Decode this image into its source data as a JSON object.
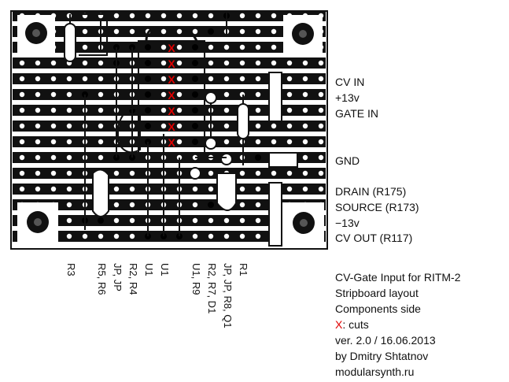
{
  "right_labels": {
    "cv_in": "CV IN",
    "plus13v": "+13v",
    "gate_in": "GATE IN",
    "gnd": "GND",
    "drain": "DRAIN (R175)",
    "source": "SOURCE (R173)",
    "minus13v": "−13v",
    "cv_out": "CV OUT (R117)"
  },
  "bottom_labels": [
    "R3",
    "R5, R6",
    "JP, JP",
    "R2, R4",
    "U1",
    "U1",
    "U1, R9",
    "R2, R7, D1",
    "JP, JP, R8, Q1",
    "R1"
  ],
  "info": {
    "line1": "CV-Gate Input for RITM-2",
    "line2": "Stripboard layout",
    "line3": "Components side",
    "cuts_marker": "X",
    "cuts_text": ": cuts",
    "version": "ver. 2.0 / 16.06.2013",
    "author": "by Dmitry Shtatnov",
    "site": "modularsynth.ru"
  },
  "colors": {
    "cut_marker": "#e00000",
    "board": "#111111"
  }
}
